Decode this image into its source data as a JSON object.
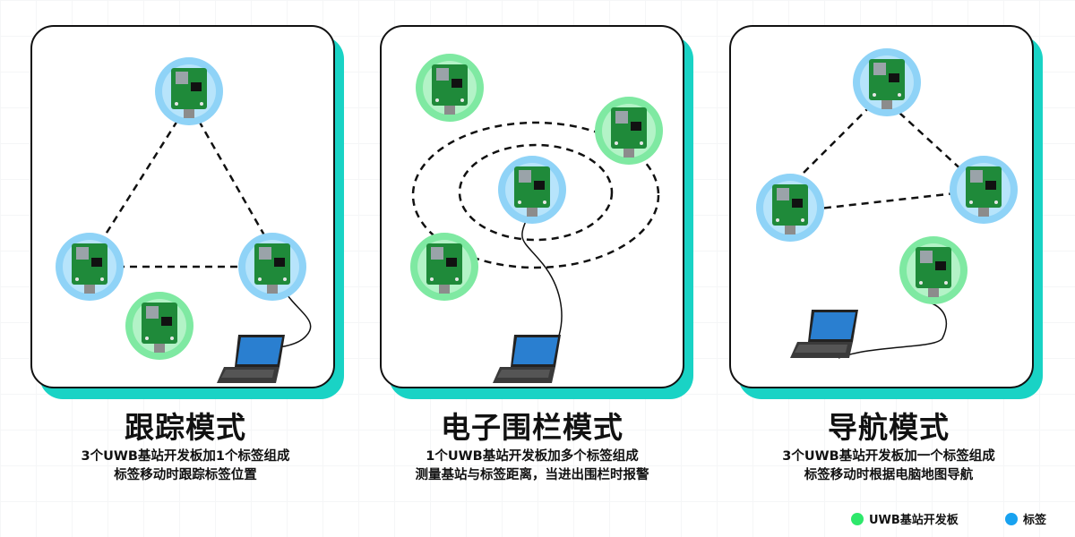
{
  "panels": [
    {
      "title": "跟踪模式",
      "desc_line1": "3个UWB基站开发板加1个标签组成",
      "desc_line2": "标签移动时跟踪标签位置"
    },
    {
      "title": "电子围栏模式",
      "desc_line1": "1个UWB基站开发板加多个标签组成",
      "desc_line2": "测量基站与标签距离，当进出围栏时报警"
    },
    {
      "title": "导航模式",
      "desc_line1": "3个UWB基站开发板加一个标签组成",
      "desc_line2": "标签移动时根据电脑地图导航"
    }
  ],
  "legend": {
    "base": {
      "label": "UWB基站开发板",
      "color": "#2ee86b"
    },
    "tag": {
      "label": "标签",
      "color": "#18a2f0"
    }
  },
  "colors": {
    "accent": "#19d3c5",
    "board": "#1f8a3a",
    "base_halo": "#7fe9a2",
    "tag_halo": "#8fd3f7"
  },
  "icons": [
    "uwb-board-icon",
    "laptop-icon",
    "range-ring",
    "connection-line",
    "cable"
  ]
}
